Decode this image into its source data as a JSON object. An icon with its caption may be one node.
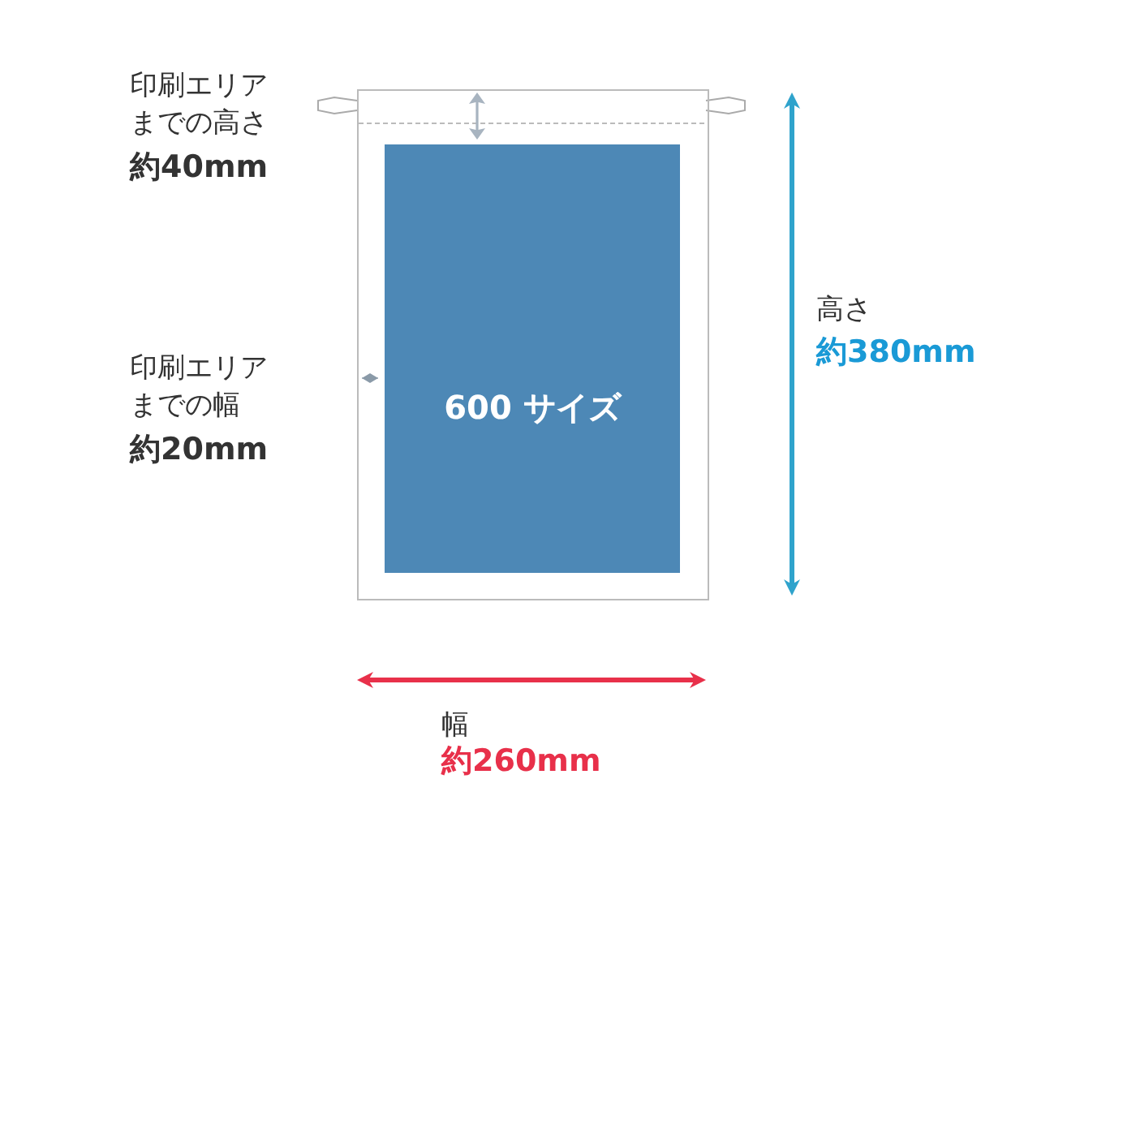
{
  "diagram": {
    "nodes": [
      {
        "text": [],
        "shape": "box"
      },
      {
        "text": [
          "600 サイズ"
        ],
        "in": 0
      }
    ],
    "labels": [
      "印刷エリアまでの高さ",
      "約40mm",
      "印刷エリアまでの幅",
      "約20mm",
      "高さ",
      "約380mm",
      "幅",
      "約260mm"
    ]
  }
}
